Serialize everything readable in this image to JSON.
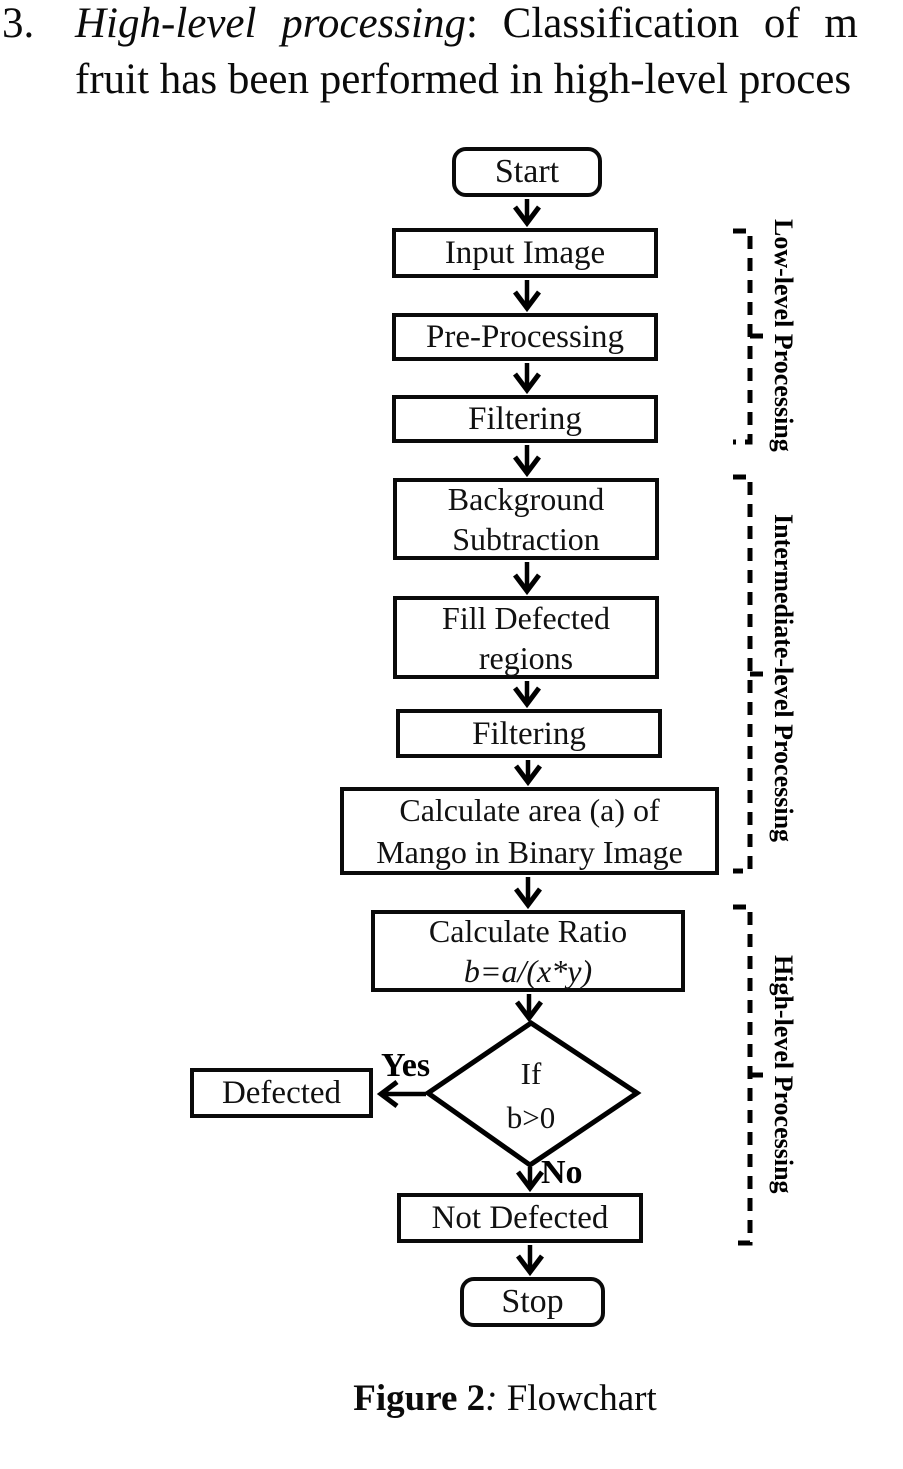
{
  "document": {
    "list_number": "3.",
    "heading_italic": "High-level processing",
    "heading_rest": ": Classification of m",
    "body_line": "fruit has been performed in high-level proces"
  },
  "flowchart": {
    "nodes": [
      {
        "id": "start",
        "type": "terminator",
        "lines": [
          "Start"
        ]
      },
      {
        "id": "input-image",
        "type": "process",
        "lines": [
          "Input Image"
        ]
      },
      {
        "id": "pre-processing",
        "type": "process",
        "lines": [
          "Pre-Processing"
        ]
      },
      {
        "id": "filtering-1",
        "type": "process",
        "lines": [
          "Filtering"
        ]
      },
      {
        "id": "background-subtraction",
        "type": "process",
        "lines": [
          "Background",
          "Subtraction"
        ]
      },
      {
        "id": "fill-defected-regions",
        "type": "process",
        "lines": [
          "Fill Defected",
          "regions"
        ]
      },
      {
        "id": "filtering-2",
        "type": "process",
        "lines": [
          "Filtering"
        ]
      },
      {
        "id": "calculate-area",
        "type": "process",
        "lines": [
          "Calculate area (a) of",
          "Mango in Binary Image"
        ]
      },
      {
        "id": "calculate-ratio",
        "type": "process",
        "lines": [
          "Calculate Ratio",
          "b=a/(x*y)"
        ]
      },
      {
        "id": "decision",
        "type": "decision",
        "lines": [
          "If",
          "b>0"
        ]
      },
      {
        "id": "defected",
        "type": "process",
        "lines": [
          "Defected"
        ]
      },
      {
        "id": "not-defected",
        "type": "process",
        "lines": [
          "Not Defected"
        ]
      },
      {
        "id": "stop",
        "type": "terminator",
        "lines": [
          "Stop"
        ]
      }
    ],
    "edge_labels": {
      "yes": "Yes",
      "no": "No"
    },
    "stage_labels": [
      "Low-level Processing",
      "Intermediate-level Processing",
      "High-level Processing"
    ]
  },
  "caption": {
    "label": "Figure 2",
    "separator": ":",
    "text": " Flowchart"
  },
  "colors": {
    "ink": "#000000",
    "paper": "#ffffff"
  }
}
